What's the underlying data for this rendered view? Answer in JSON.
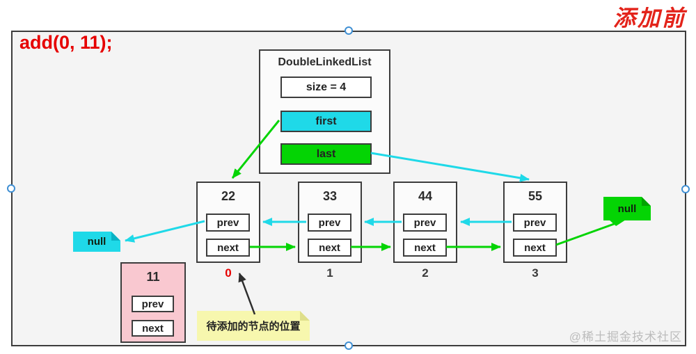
{
  "stamp": "添加前",
  "code_label": "add(0, 11);",
  "watermark": "@稀土掘金技术社区",
  "dll": {
    "title": "DoubleLinkedList",
    "size_label": "size = 4",
    "first_label": "first",
    "last_label": "last"
  },
  "nodes": [
    {
      "value": "22",
      "prev_label": "prev",
      "next_label": "next",
      "index": "0"
    },
    {
      "value": "33",
      "prev_label": "prev",
      "next_label": "next",
      "index": "1"
    },
    {
      "value": "44",
      "prev_label": "prev",
      "next_label": "next",
      "index": "2"
    },
    {
      "value": "55",
      "prev_label": "prev",
      "next_label": "next",
      "index": "3"
    }
  ],
  "new_node": {
    "value": "11",
    "prev_label": "prev",
    "next_label": "next"
  },
  "null_left_label": "null",
  "null_right_label": "null",
  "note_text": "待添加的节点的位置",
  "colors": {
    "accent_red": "#e60000",
    "stamp_red": "#e3231a",
    "cyan": "#1fd9e8",
    "green": "#04d404",
    "pink": "#f9c8d0",
    "note_yellow": "#f7f7ae",
    "frame_border": "#3c3c3c",
    "frame_fill": "#f4f4f4",
    "handle_blue": "#3f8fd3",
    "watermark_gray": "#bcbcbc"
  }
}
